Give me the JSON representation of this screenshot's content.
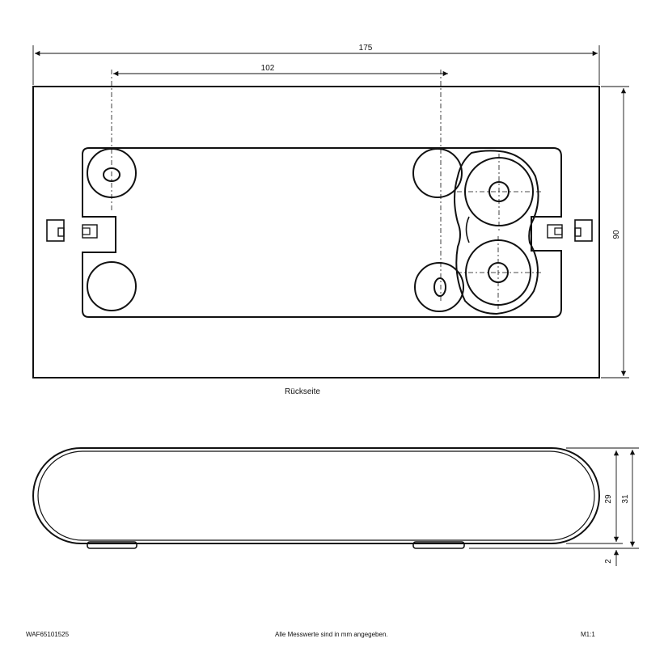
{
  "drawing": {
    "dimensions": {
      "overall_width": "175",
      "hole_spacing": "102",
      "height": "90",
      "side_body_height": "29",
      "side_total_height": "31",
      "foot_height": "2"
    },
    "back_view_label": "Rückseite",
    "footer": {
      "part_number": "WAF65101525",
      "note": "Alle Messwerte sind in mm angegeben.",
      "scale": "M1:1"
    }
  }
}
